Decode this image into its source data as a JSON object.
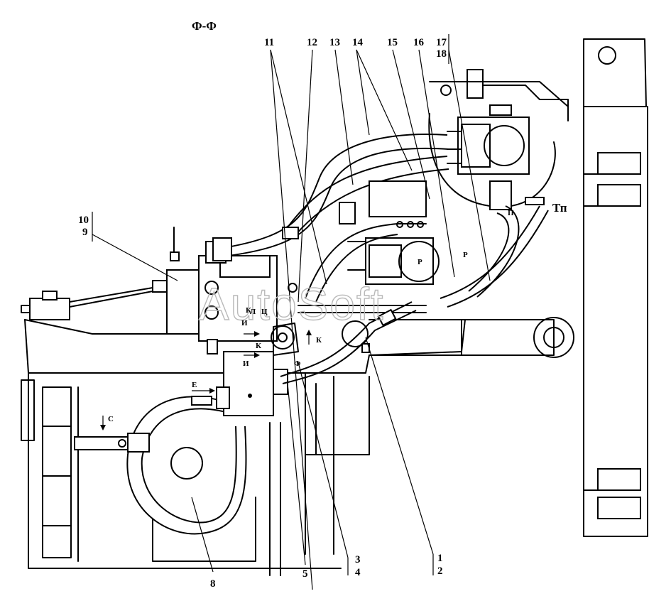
{
  "section_title": "Ф-Ф",
  "watermark": "AutoSoft",
  "callouts": {
    "c1": "1",
    "c2": "2",
    "c3": "3",
    "c4": "4",
    "c5": "5",
    "c8": "8",
    "c9": "9",
    "c10": "10",
    "c11": "11",
    "c12": "12",
    "c13": "13",
    "c14": "14",
    "c15": "15",
    "c16": "16",
    "c17": "17",
    "c18": "18"
  },
  "view_markers": {
    "e": "Е",
    "c": "С",
    "k1": "К",
    "k2": "К",
    "k3": "К",
    "i1": "И",
    "i2": "И",
    "l": "Л",
    "ts": "Ц",
    "r1": "Р",
    "r2": "Р",
    "p": "П",
    "tp": "Тп",
    "f": "Ф"
  }
}
